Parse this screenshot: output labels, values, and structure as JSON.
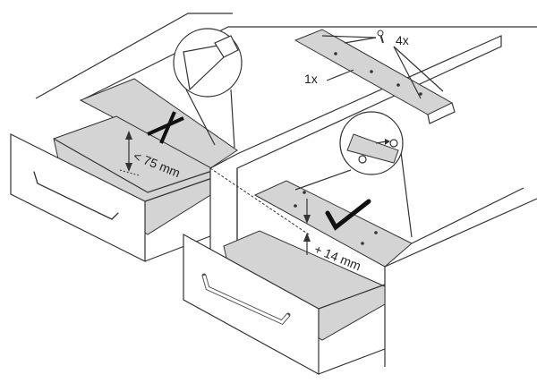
{
  "labels": {
    "screws_qty": "4x",
    "bracket_qty": "1x",
    "max_gap": "< 75 mm",
    "offset": "+ 14 mm"
  },
  "marks": {
    "wrong": "cross-mark",
    "right": "check-mark"
  },
  "colors": {
    "line": "#333333",
    "fill_gray": "#d4d4d4"
  }
}
